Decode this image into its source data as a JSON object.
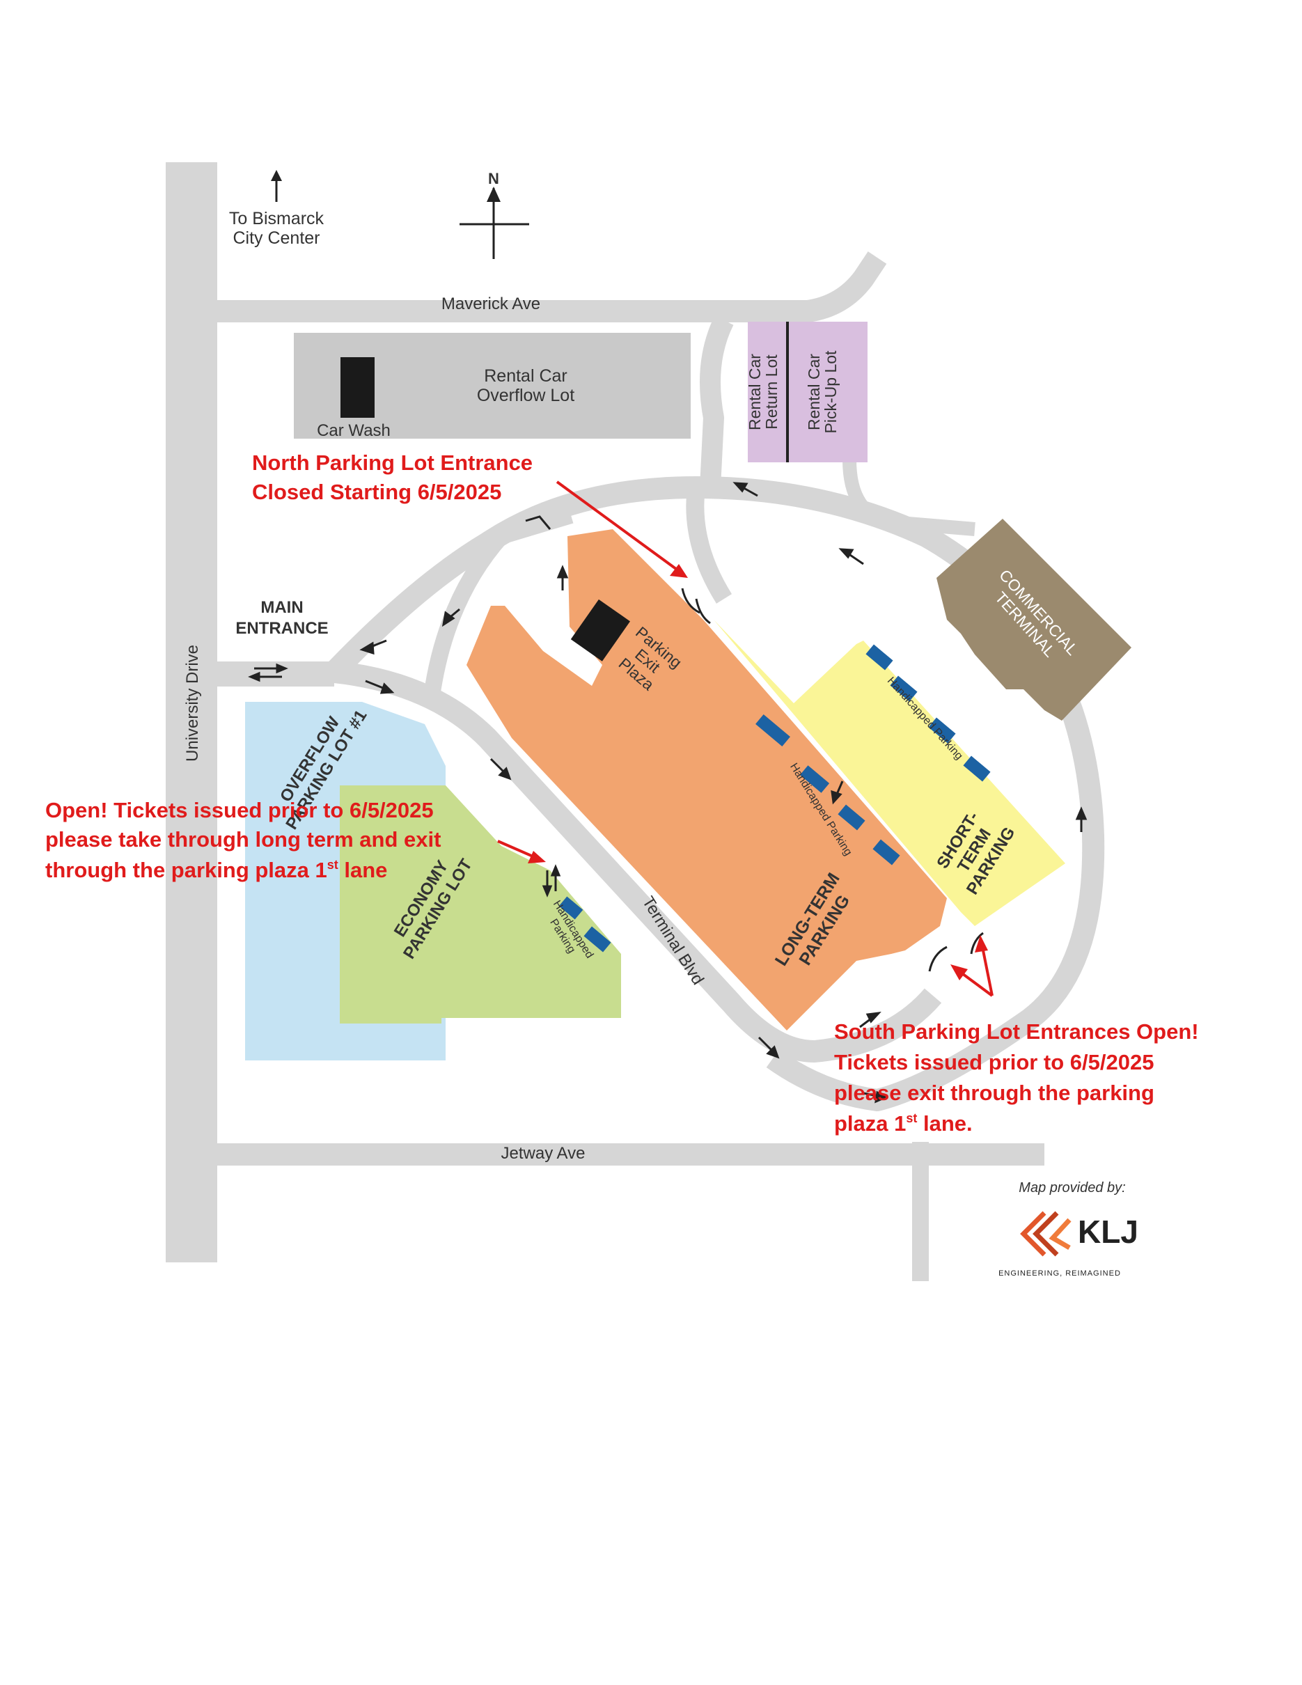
{
  "north_indicator": "N",
  "bismarck_label": [
    "To Bismarck",
    "City Center"
  ],
  "roads": {
    "maverick": "Maverick Ave",
    "jetway": "Jetway Ave",
    "university": "University Drive",
    "terminal_blvd": "Terminal Blvd"
  },
  "places": {
    "car_wash": "Car Wash",
    "rental_overflow": [
      "Rental Car",
      "Overflow Lot"
    ],
    "rental_return": [
      "Rental Car",
      "Return Lot"
    ],
    "rental_pickup": [
      "Rental Car",
      "Pick-Up Lot"
    ],
    "commercial_terminal": [
      "COMMERCIAL",
      "TERMINAL"
    ],
    "main_entrance": [
      "MAIN",
      "ENTRANCE"
    ],
    "parking_exit_plaza": [
      "Parking",
      "Exit",
      "Plaza"
    ],
    "overflow_lot": [
      "OVERFLOW",
      "PARKING LOT #1"
    ],
    "economy_lot": [
      "ECONOMY",
      "PARKING LOT"
    ],
    "long_term": [
      "LONG-TERM",
      "PARKING"
    ],
    "short_term": [
      "SHORT-",
      "TERM",
      "PARKING"
    ],
    "handicapped": "Handicapped Parking",
    "handicapped_economy": [
      "Handicapped",
      "Parking"
    ]
  },
  "notices": {
    "north": [
      "North Parking Lot Entrance",
      "Closed Starting 6/5/2025"
    ],
    "open": [
      "Open! Tickets issued prior to 6/5/2025",
      "please take through long term and exit",
      "through the parking plaza 1",
      "st",
      " lane"
    ],
    "south": [
      "South Parking Lot Entrances Open!",
      "Tickets issued prior to 6/5/2025",
      "please exit through the parking",
      "plaza 1",
      "st",
      " lane."
    ]
  },
  "credit": {
    "provided_by": "Map provided by:",
    "brand": "KLJ",
    "tagline": "ENGINEERING, REIMAGINED"
  },
  "colors": {
    "road": "#d6d6d6",
    "long_term": "#f2a46f",
    "short_term": "#faf597",
    "overflow": "#c5e3f3",
    "economy": "#c8dd8f",
    "rental": "#d9bfdf",
    "terminal": "#9b8a6e",
    "handicapped": "#1c62a3",
    "notice": "#e01b1b",
    "klj_orange": "#e2572b"
  }
}
